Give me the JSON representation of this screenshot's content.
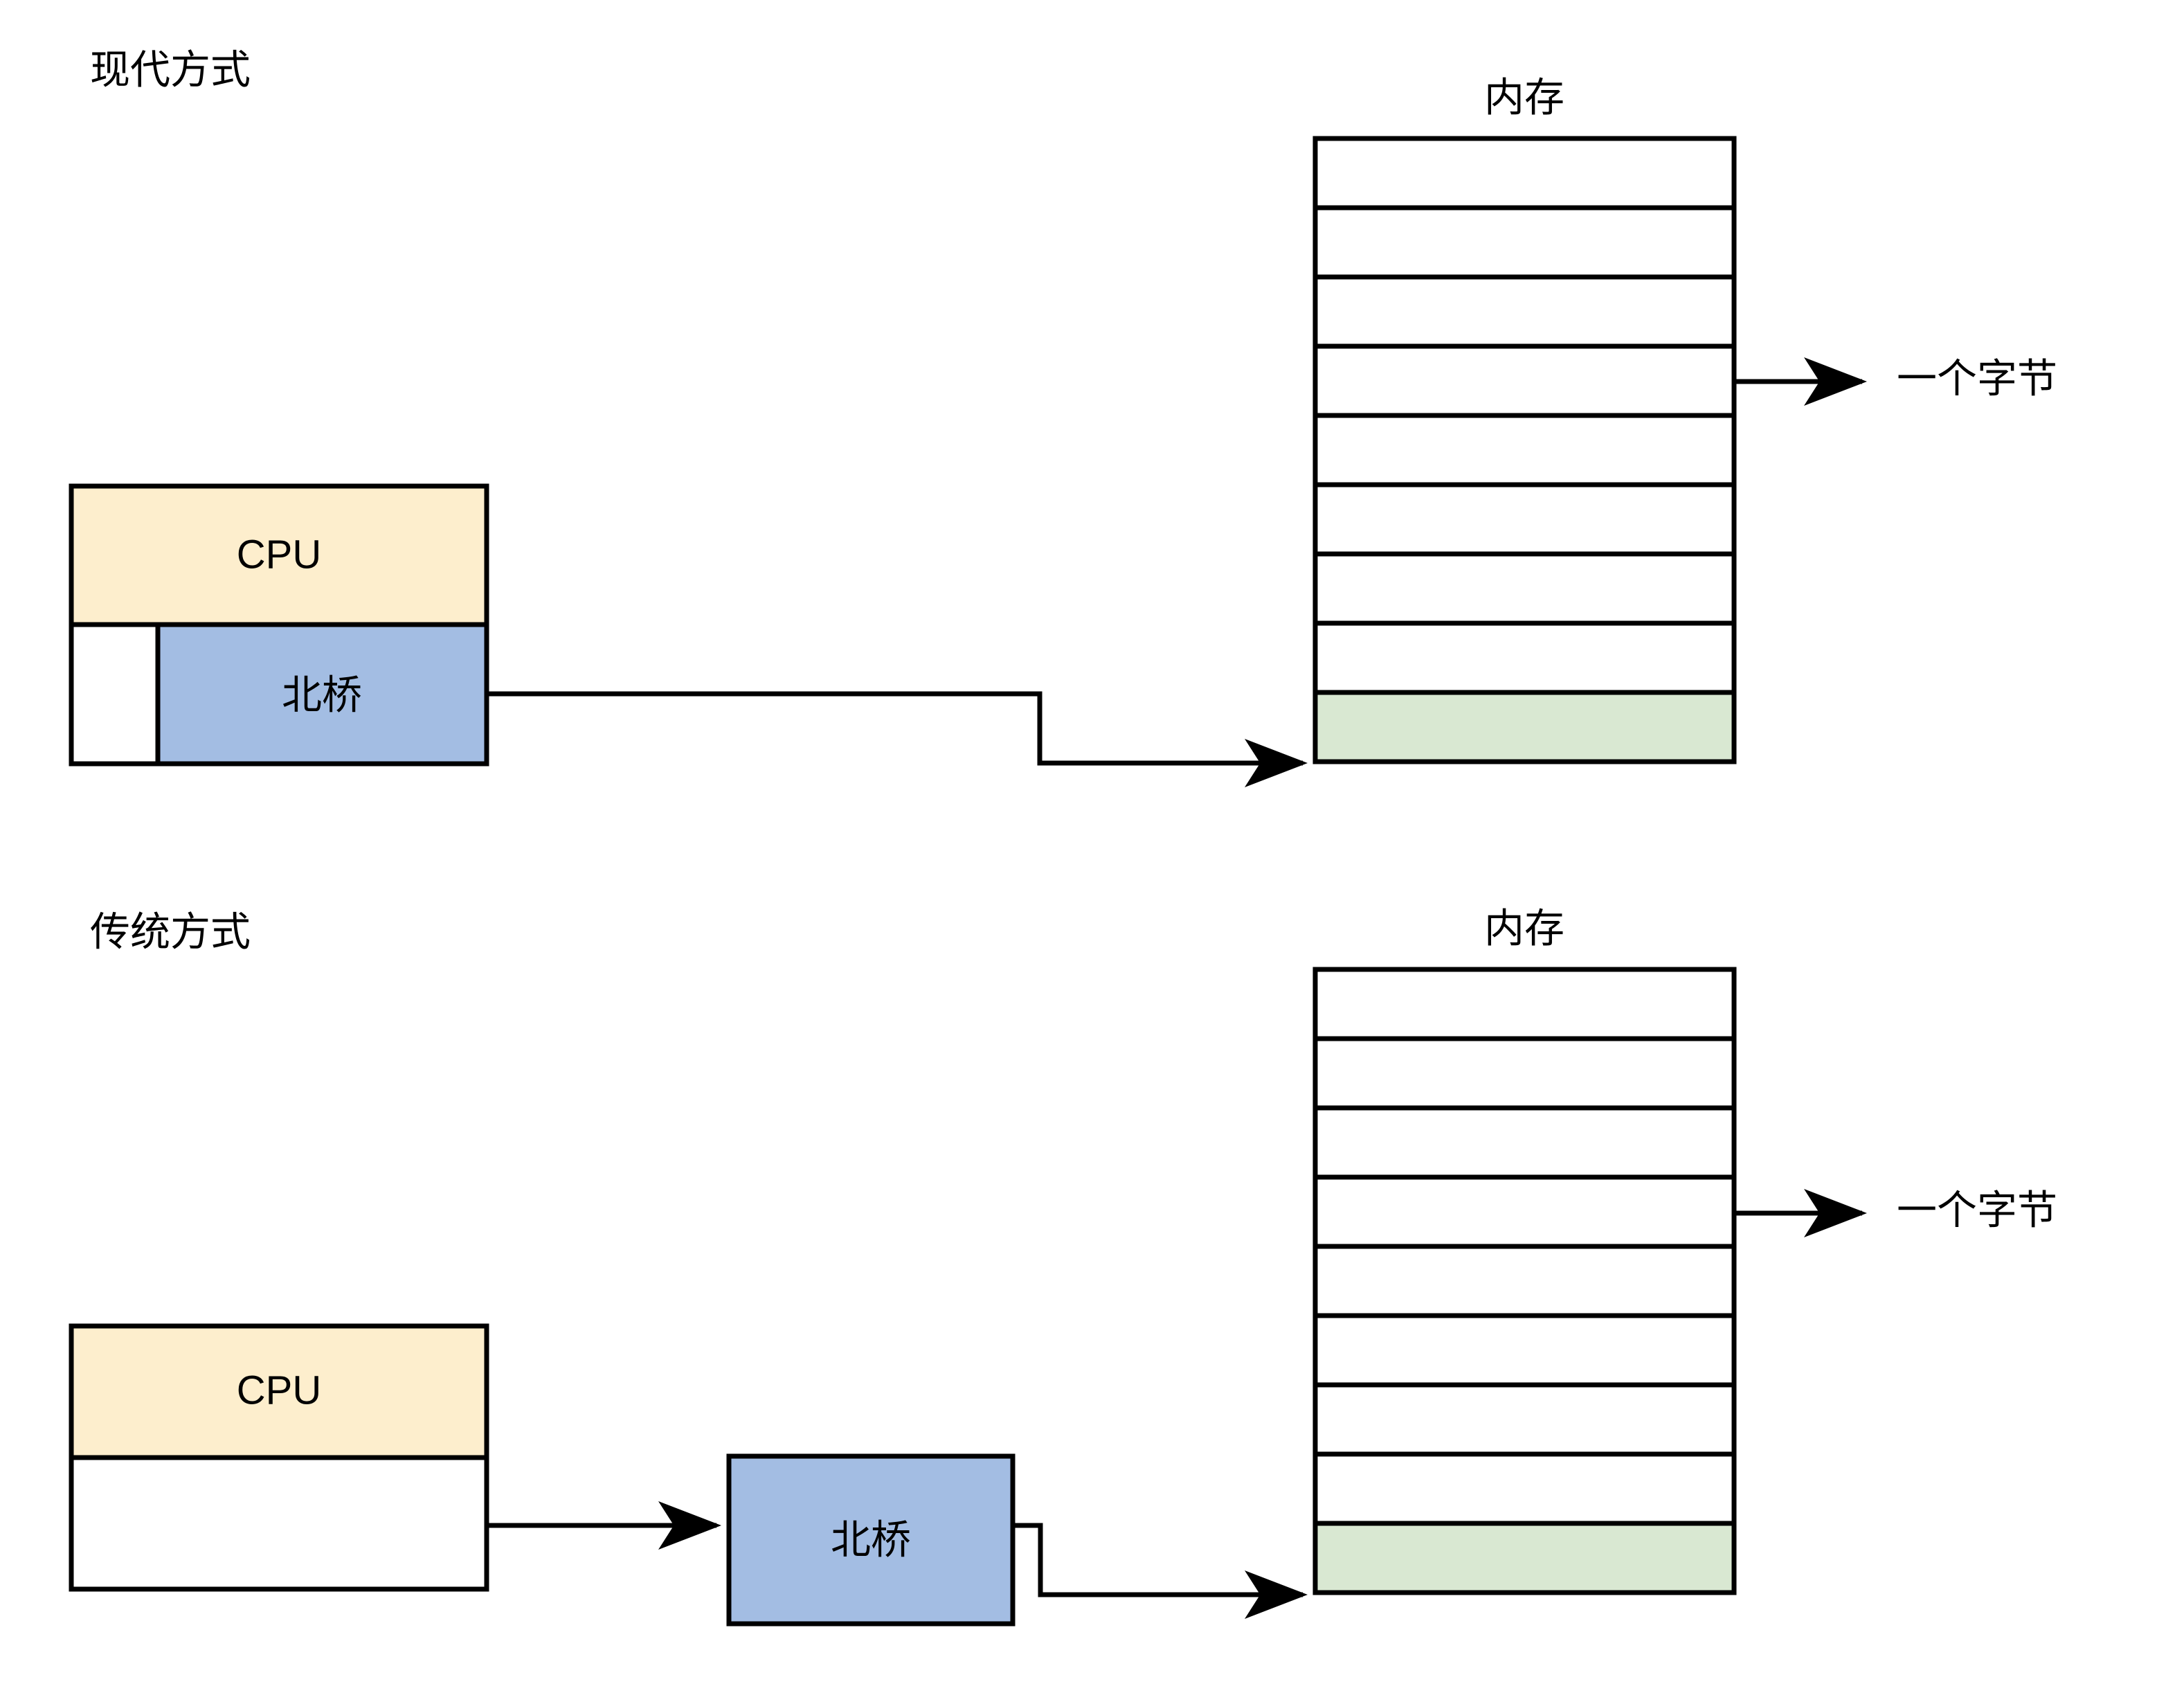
{
  "diagram": {
    "title_modern": "现代方式",
    "title_traditional": "传统方式",
    "labels": {
      "cpu": "CPU",
      "northbridge": "北桥",
      "memory": "内存",
      "one_byte": "一个字节"
    },
    "colors": {
      "cpu_fill": "#fdeecd",
      "northbridge_fill": "#a3bde3",
      "memory_cell_fill": "#ffffff",
      "memory_highlight_fill": "#d9e8d2",
      "stroke": "#000000",
      "background": "#ffffff"
    },
    "sections": [
      {
        "name": "modern",
        "title": "现代方式",
        "cpu_label": "CPU",
        "northbridge_label": "北桥",
        "northbridge_inside_cpu": true,
        "memory_title": "内存",
        "memory_rows": 9,
        "memory_highlighted_row_index": 8,
        "byte_annotation": "一个字节",
        "byte_annotation_row_index": 3
      },
      {
        "name": "traditional",
        "title": "传统方式",
        "cpu_label": "CPU",
        "northbridge_label": "北桥",
        "northbridge_inside_cpu": false,
        "memory_title": "内存",
        "memory_rows": 9,
        "memory_highlighted_row_index": 8,
        "byte_annotation": "一个字节",
        "byte_annotation_row_index": 3
      }
    ]
  }
}
